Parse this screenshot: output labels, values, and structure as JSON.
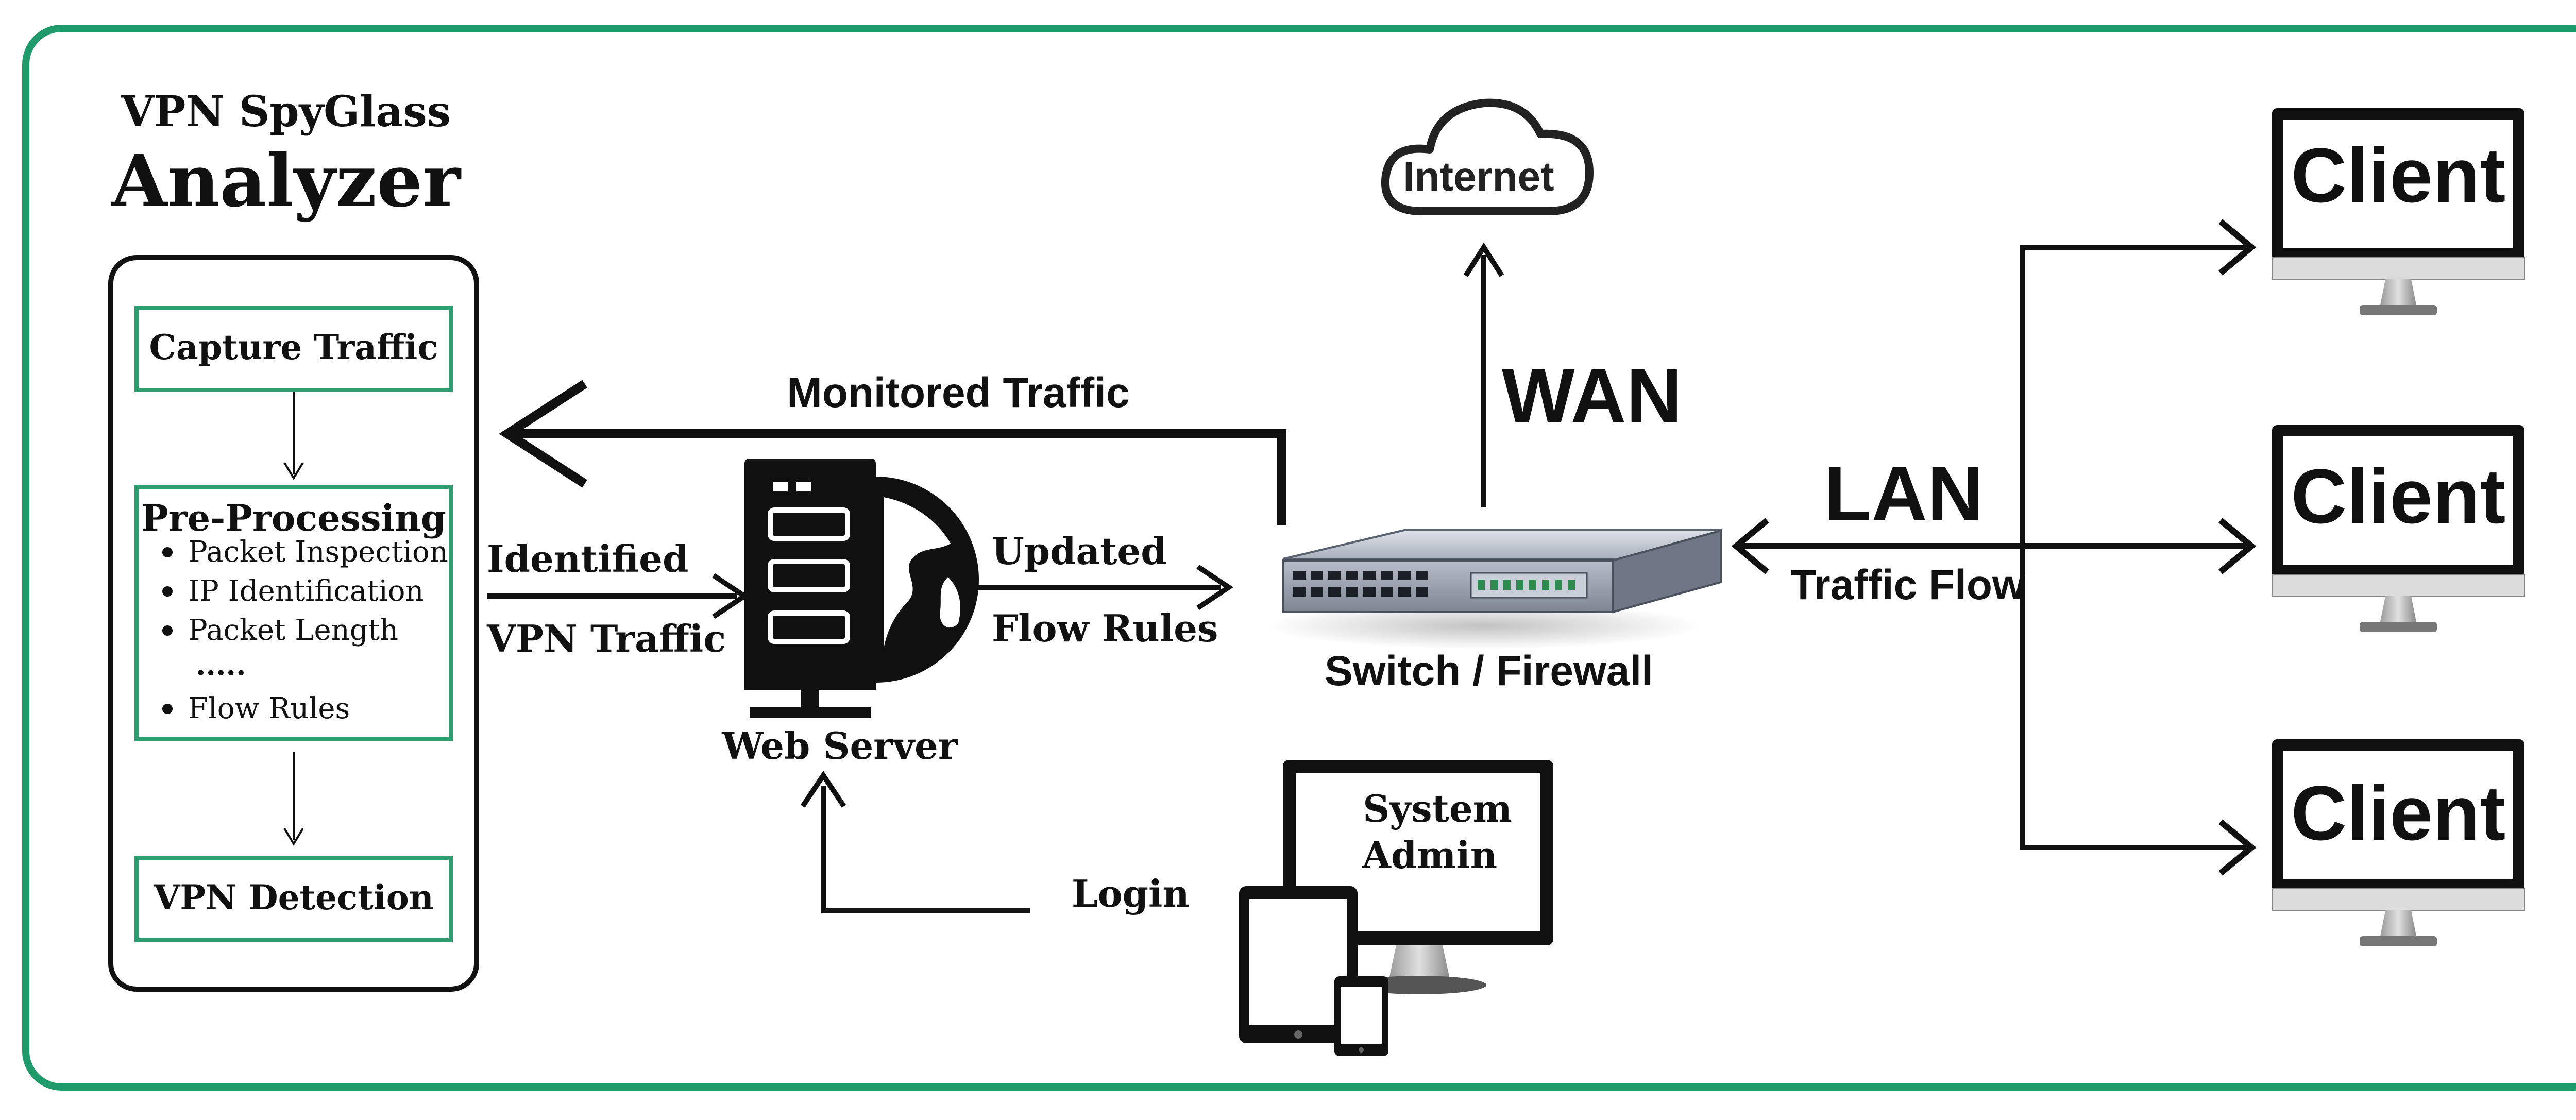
{
  "title": {
    "line1": "VPN SpyGlass",
    "line2": "Analyzer"
  },
  "analyzer": {
    "capture": "Capture Traffic",
    "preprocessing": {
      "heading": "Pre-Processing",
      "items": [
        "Packet Inspection",
        "IP Identification",
        "Packet Length",
        ".....",
        "Flow Rules"
      ]
    },
    "detection": "VPN Detection"
  },
  "labels": {
    "identified_1": "Identified",
    "identified_2": "VPN Traffic",
    "web_server": "Web Server",
    "updated_1": "Updated",
    "updated_2": "Flow Rules",
    "monitored": "Monitored Traffic",
    "internet": "Internet",
    "wan": "WAN",
    "switch": "Switch / Firewall",
    "lan": "LAN",
    "traffic_flow": "Traffic Flow",
    "login": "Login",
    "sysadmin_1": "System",
    "sysadmin_2": "Admin"
  },
  "clients": [
    "Client",
    "Client",
    "Client"
  ],
  "colors": {
    "frame": "#1f9a6b",
    "box_border": "#2e9d6f",
    "ink": "#111111"
  },
  "icons": [
    "cloud-icon",
    "server-icon",
    "globe-icon",
    "switch-icon",
    "monitor-icon",
    "tablet-icon",
    "phone-icon"
  ]
}
